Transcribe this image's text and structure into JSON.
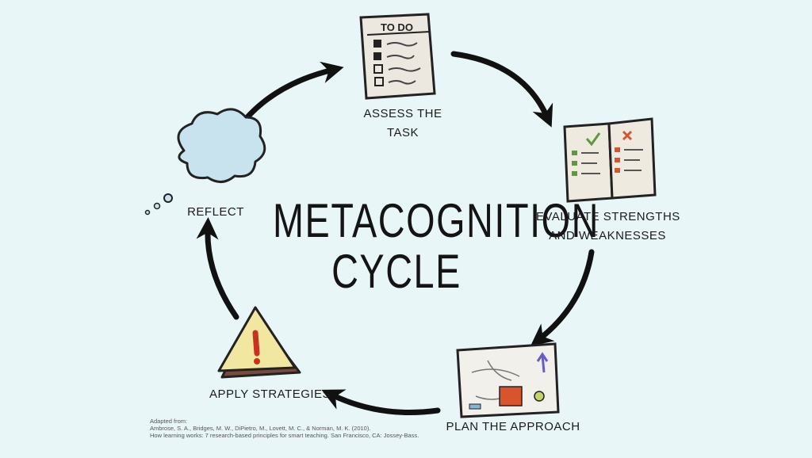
{
  "title": {
    "line1": "METACOGNITION",
    "line2": "CYCLE"
  },
  "steps": [
    {
      "line1": "ASSESS THE",
      "line2": "TASK",
      "icon": "todo-list-icon"
    },
    {
      "line1": "EVALUATE STRENGTHS",
      "line2": "AND WEAKNESSES",
      "icon": "open-book-icon"
    },
    {
      "line1": "PLAN THE APPROACH",
      "icon": "plan-map-icon"
    },
    {
      "line1": "APPLY STRATEGIES",
      "icon": "warning-sign-icon"
    },
    {
      "line1": "REFLECT",
      "icon": "thought-cloud-icon"
    }
  ],
  "todo_header": "TO DO",
  "citation": {
    "line1": "Adapted from:",
    "line2": "Ambrose, S. A., Bridges, M. W., DiPietro, M., Lovett, M. C., & Norman, M. K. (2010).",
    "line3": "How learning works: 7 research-based principles for smart teaching. San Francisco, CA: Jossey-Bass."
  },
  "colors": {
    "background": "#e9f6f7",
    "ink": "#141414",
    "cloud": "#c9e3ee",
    "warning": "#f2e7a0",
    "check": "#5a9b3c",
    "cross": "#d9532c"
  }
}
